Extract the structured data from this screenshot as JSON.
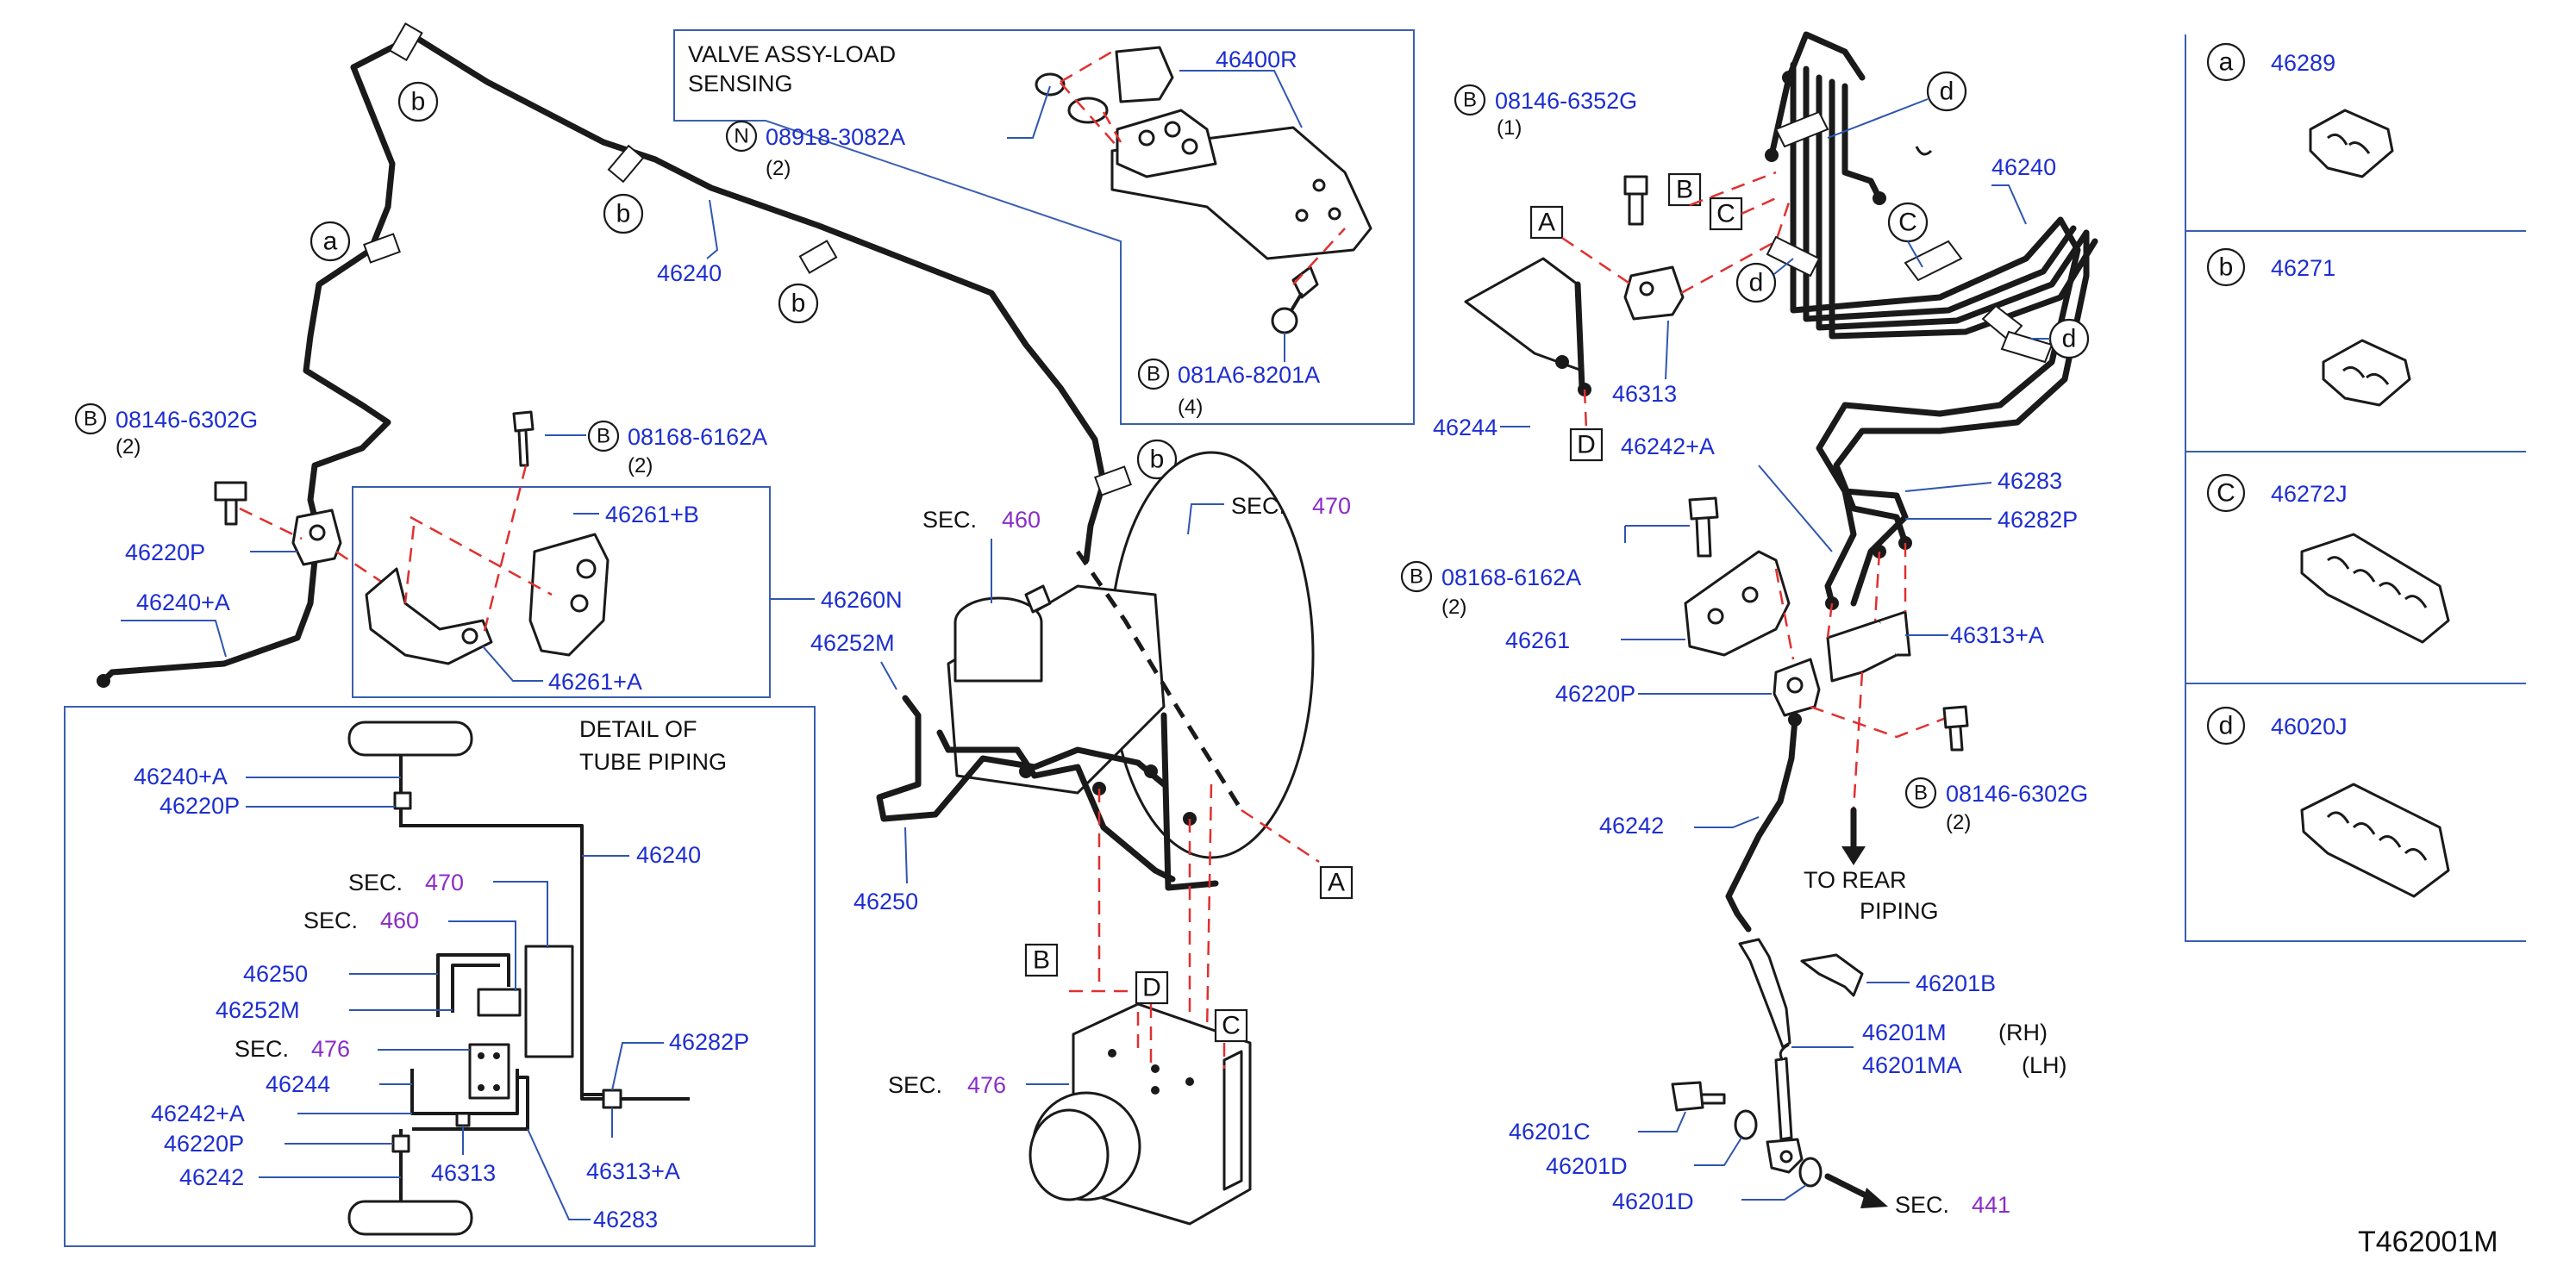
{
  "diagram_code": "T462001M",
  "valve_box": {
    "title_line1": "VALVE   ASSY-LOAD",
    "title_line2": "SENSING",
    "nut_symbol": "N",
    "nut_part": "08918-3082A",
    "nut_qty": "(2)",
    "valve_part": "46400R",
    "bolt_symbol": "B",
    "bolt_part": "081A6-8201A",
    "bolt_qty": "(4)"
  },
  "left": {
    "clip_a": "a",
    "clip_b": "b",
    "tube_46240": "46240",
    "bolt_symbol": "B",
    "bolt1_part": "08146-6302G",
    "bolt1_qty": "(2)",
    "bolt2_part": "08168-6162A",
    "bolt2_qty": "(2)",
    "conn_46220P": "46220P",
    "tube_46240A": "46240+A",
    "bracket_46261B": "46261+B",
    "bracket_46261A": "46261+A",
    "bracket_set": "46260N"
  },
  "detail": {
    "title_line1": "DETAIL   OF",
    "title_line2": "TUBE   PIPING",
    "labels": [
      "46240+A",
      "46220P",
      "46240",
      "46250",
      "46252M",
      "46244",
      "46242+A",
      "46220P",
      "46242",
      "46313",
      "46282P",
      "46313+A",
      "46283"
    ],
    "sec_word": "SEC.",
    "sec_470": "470",
    "sec_460": "460",
    "sec_476": "476"
  },
  "center": {
    "sec_word": "SEC.",
    "sec_460": "460",
    "sec_470": "470",
    "sec_476": "476",
    "master_cyl_tube": "46252M",
    "tube_46250": "46250",
    "tag_A": "A",
    "tag_B": "B",
    "tag_C": "C",
    "tag_D": "D"
  },
  "right": {
    "bolt_symbol": "B",
    "bolt1_part": "08146-6352G",
    "bolt1_qty": "(1)",
    "tube_46244": "46244",
    "conn_46313": "46313",
    "tube_46240": "46240",
    "tube_46242A": "46242+A",
    "tube_46283": "46283",
    "tube_46282P": "46282P",
    "bolt2_part": "08168-6162A",
    "bolt2_qty": "(2)",
    "bracket_46261": "46261",
    "conn_46313A": "46313+A",
    "conn_46220P": "46220P",
    "bolt3_part": "08146-6302G",
    "bolt3_qty": "(2)",
    "tube_46242": "46242",
    "to_rear_line1": "TO   REAR",
    "to_rear_line2": "PIPING",
    "clip_46201B": "46201B",
    "hose_46201M": "46201M",
    "hose_rh": "(RH)",
    "hose_46201MA": "46201MA",
    "hose_lh": "(LH)",
    "bolt_46201C": "46201C",
    "washer_46201D_1": "46201D",
    "washer_46201D_2": "46201D",
    "sec_word": "SEC.",
    "sec_441": "441",
    "tag_A": "A",
    "tag_B": "B",
    "tag_C": "C",
    "tag_D": "D",
    "clip_d": "d",
    "clip_C": "C"
  },
  "legend": [
    {
      "letter": "a",
      "part": "46289"
    },
    {
      "letter": "b",
      "part": "46271"
    },
    {
      "letter": "C",
      "part": "46272J"
    },
    {
      "letter": "d",
      "part": "46020J"
    }
  ]
}
